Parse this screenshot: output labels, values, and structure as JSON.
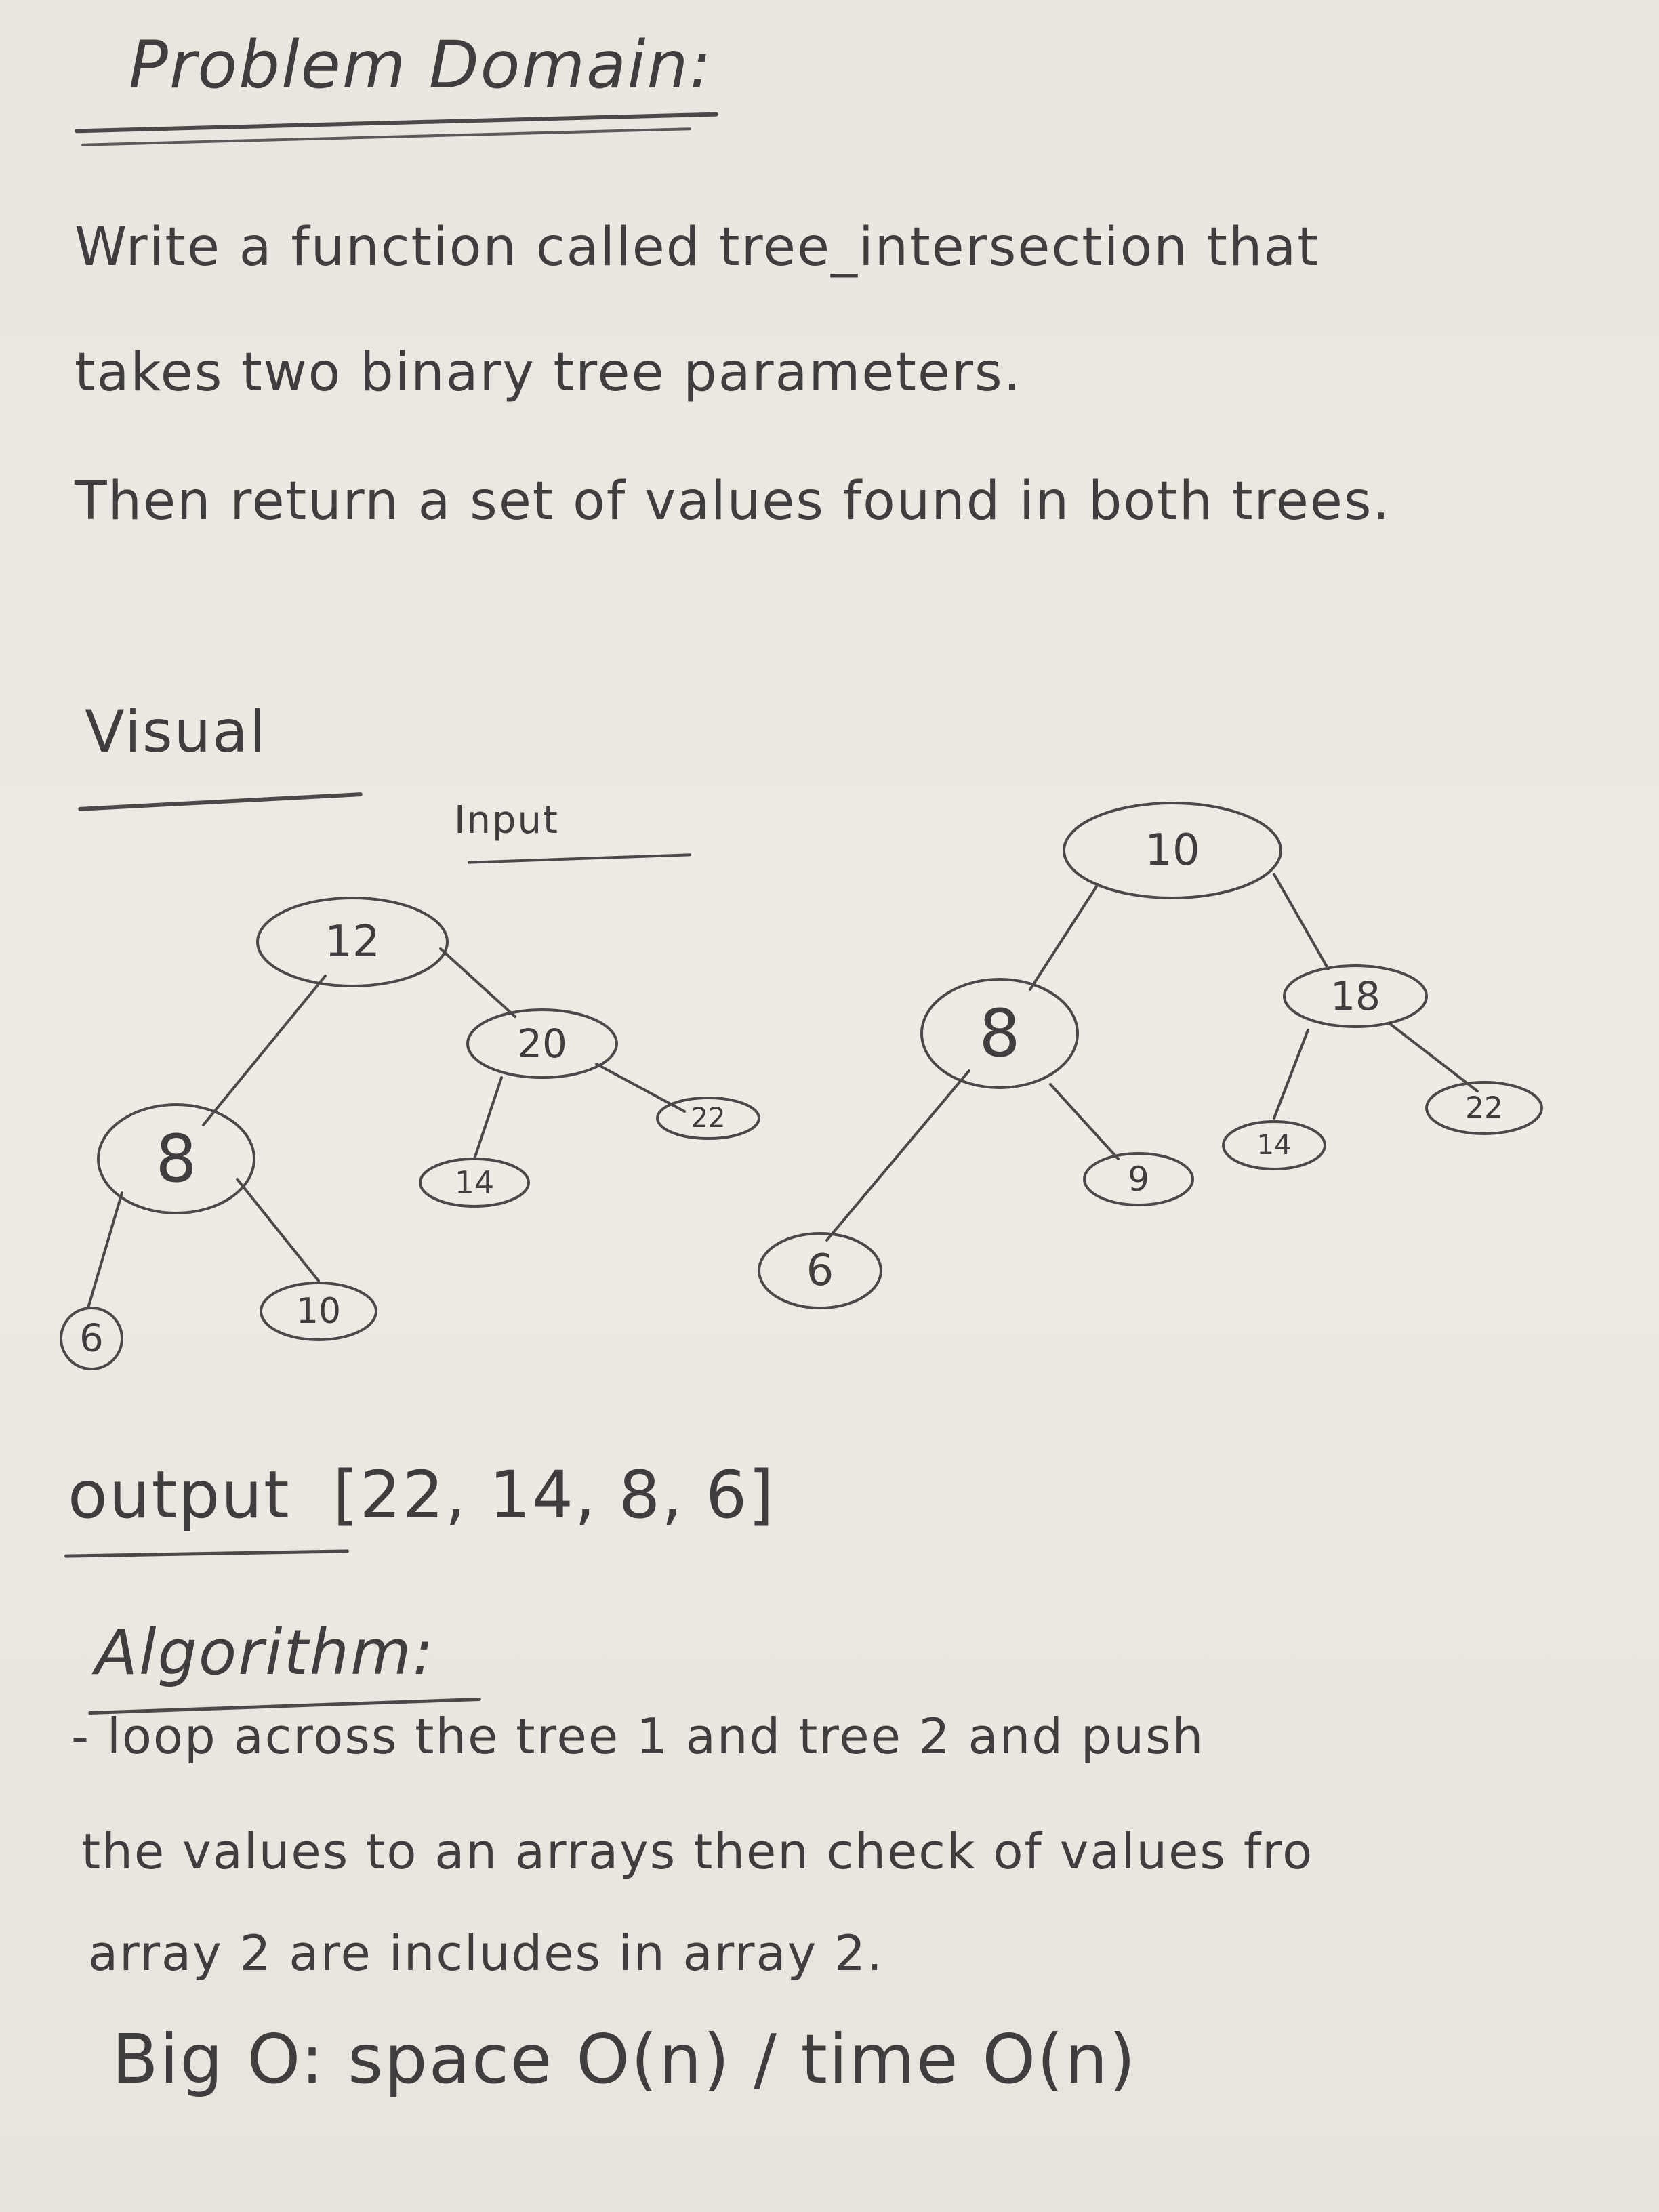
{
  "heading": "Problem Domain:",
  "problem": {
    "line1": "Write a function called tree_intersection that",
    "line2": "takes two binary tree parameters.",
    "line3": "Then return a set of values found in both trees."
  },
  "visual": {
    "heading": "Visual",
    "input_label": "Input",
    "tree1": {
      "root": "12",
      "left": "8",
      "left_left": "6",
      "left_right": "10",
      "right": "20",
      "right_left": "14",
      "right_right": "22"
    },
    "tree2": {
      "root": "10",
      "left": "8",
      "left_left": "6",
      "left_right": "9",
      "right": "18",
      "right_left": "14",
      "right_right": "22"
    }
  },
  "output": {
    "label": "output",
    "value": "[22, 14, 8, 6]"
  },
  "algorithm": {
    "heading": "Algorithm:",
    "line1": "- loop across the tree 1 and tree 2 and push",
    "line2": "the values to an arrays then check of values fro",
    "line3": "array 2 are includes in array 2."
  },
  "big_o": "Big O: space O(n) / time O(n)"
}
